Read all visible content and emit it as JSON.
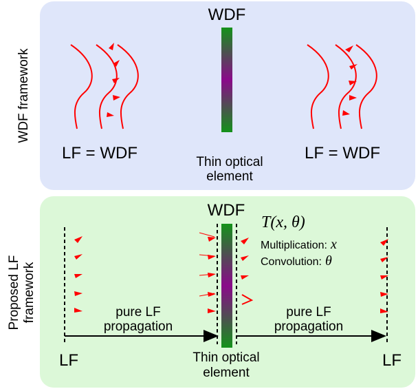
{
  "top_panel": {
    "side_label": "WDF framework",
    "element_title": "WDF",
    "left_label": "LF = WDF",
    "right_label": "LF = WDF",
    "element_label_line1": "Thin optical",
    "element_label_line2": "element",
    "background": "#dfe6fa"
  },
  "bottom_panel": {
    "side_label_line1": "Proposed LF",
    "side_label_line2": "framework",
    "element_title": "WDF",
    "transfer_function": "T(x, θ)",
    "multiplication_label": "Multiplication:",
    "multiplication_var": "x",
    "convolution_label": "Convolution:",
    "convolution_var": "θ",
    "left_prop_line1": "pure LF",
    "left_prop_line2": "propagation",
    "right_prop_line1": "pure LF",
    "right_prop_line2": "propagation",
    "left_plane": "LF",
    "right_plane": "LF",
    "element_label_line1": "Thin optical",
    "element_label_line2": "element",
    "background": "#dcf8d8"
  },
  "colors": {
    "wave": "#ff0000",
    "element_outer": "#118a11",
    "element_inner": "#8a0a8a"
  }
}
